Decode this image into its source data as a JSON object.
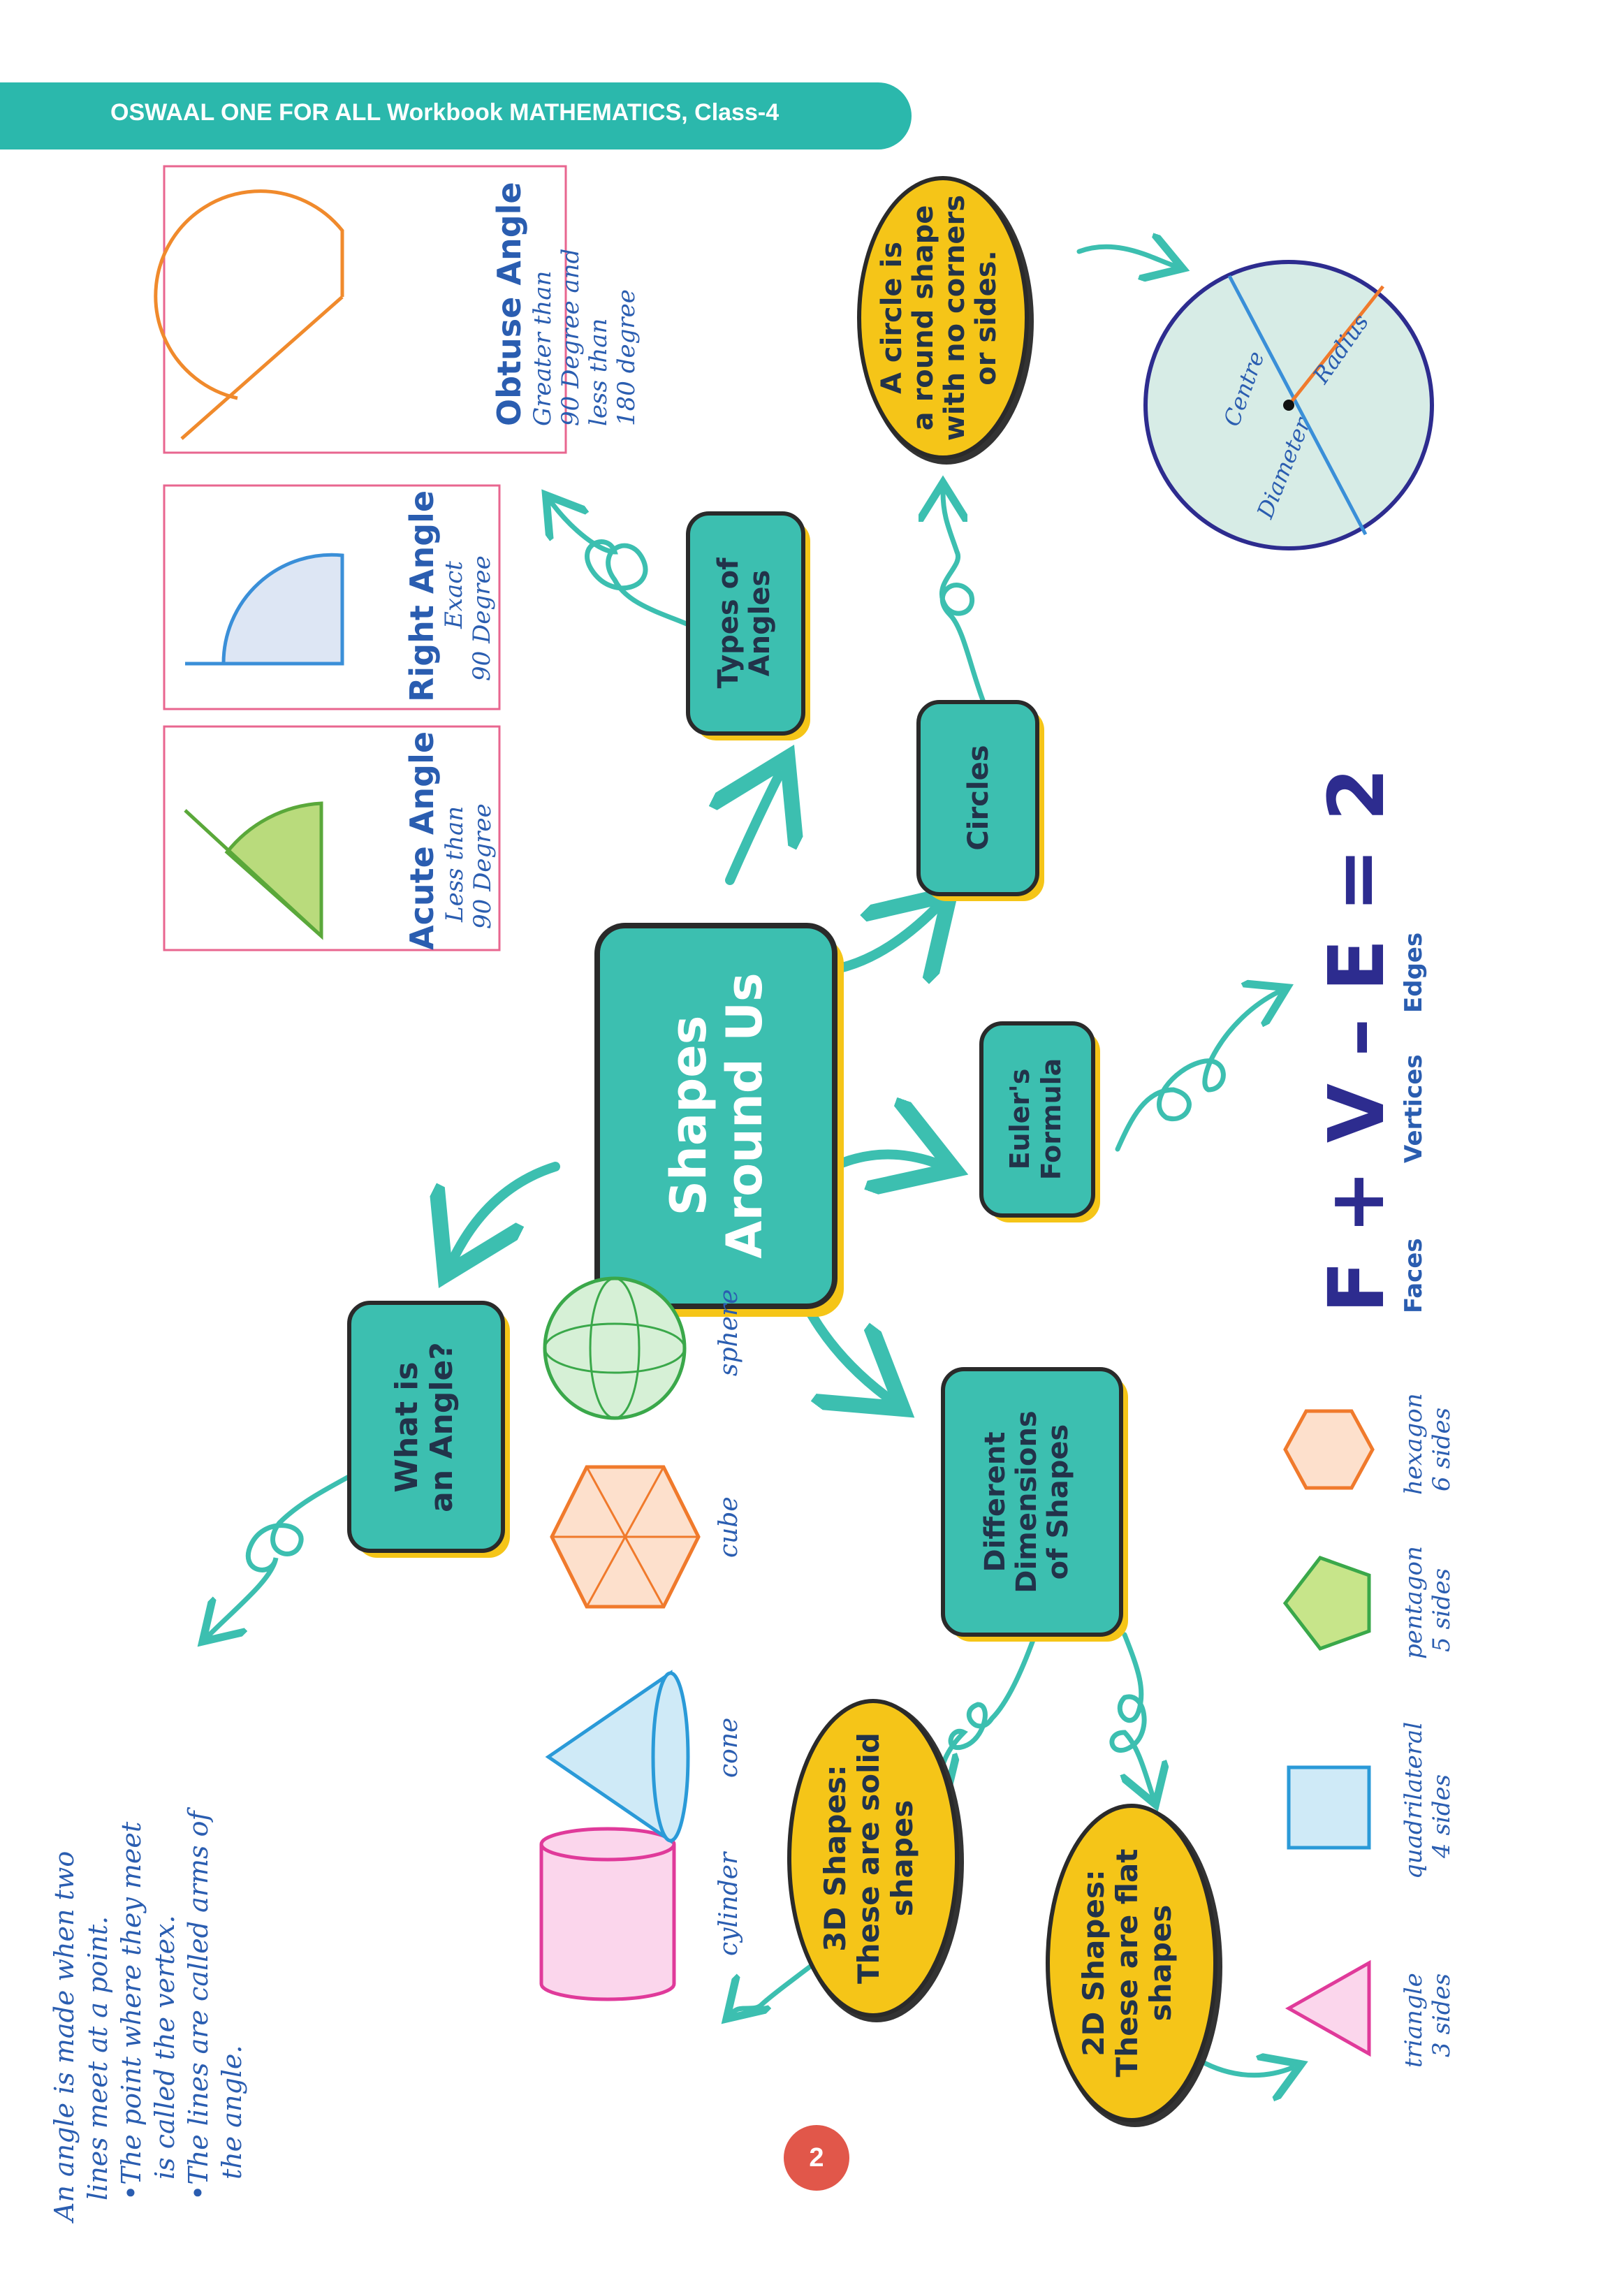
{
  "header": {
    "title": "OSWAAL ONE FOR ALL Workbook MATHEMATICS, Class-4"
  },
  "center": {
    "line1": "Shapes",
    "line2": "Around Us"
  },
  "nodes": {
    "types_of_angles": [
      "Types of",
      "Angles"
    ],
    "circles": [
      "Circles"
    ],
    "eulers_formula": [
      "Euler's",
      "Formula"
    ],
    "what_is_angle": [
      "What is",
      "an Angle?"
    ],
    "different_dimensions": [
      "Different",
      "Dimensions",
      "of Shapes"
    ],
    "circle_def": [
      "A circle is",
      "a round shape",
      "with no corners",
      "or sides."
    ],
    "shapes_3d": [
      "3D Shapes:",
      "These are solid",
      "shapes"
    ],
    "shapes_2d": [
      "2D Shapes:",
      "These are flat",
      "shapes"
    ]
  },
  "angles": [
    {
      "name": "Acute Angle",
      "desc": [
        "Less than",
        "90 Degree"
      ]
    },
    {
      "name": "Right Angle",
      "desc": [
        "Exact",
        "90 Degree"
      ]
    },
    {
      "name": "Obtuse Angle",
      "desc": [
        "Greater than",
        "90 Degree and",
        "less than",
        "180 degree"
      ]
    }
  ],
  "circle_labels": {
    "centre": "Centre",
    "radius": "Radius",
    "diameter": "Diameter"
  },
  "euler": {
    "formula": "F + V – E = 2",
    "faces": "Faces",
    "vertices": "Vertices",
    "edges": "Edges"
  },
  "angle_definition": [
    "An angle is made when two",
    "lines meet at a point.",
    "•The point where they meet",
    "is called the vertex.",
    "•The lines are called arms of",
    "the angle."
  ],
  "solids": [
    "cylinder",
    "cone",
    "cube",
    "sphere"
  ],
  "flat_shapes": [
    {
      "name": "triangle",
      "sides": "3 sides"
    },
    {
      "name": "quadrilateral",
      "sides": "4 sides"
    },
    {
      "name": "pentagon",
      "sides": "5 sides"
    },
    {
      "name": "hexagon",
      "sides": "6 sides"
    }
  ],
  "page_number": "2",
  "colors": {
    "teal": "#2bb8ac",
    "node": "#3cbfb0",
    "yellow": "#f5c518",
    "pink": "#e8668f",
    "blue": "#2a5db0",
    "navy": "#2d2c8f"
  }
}
